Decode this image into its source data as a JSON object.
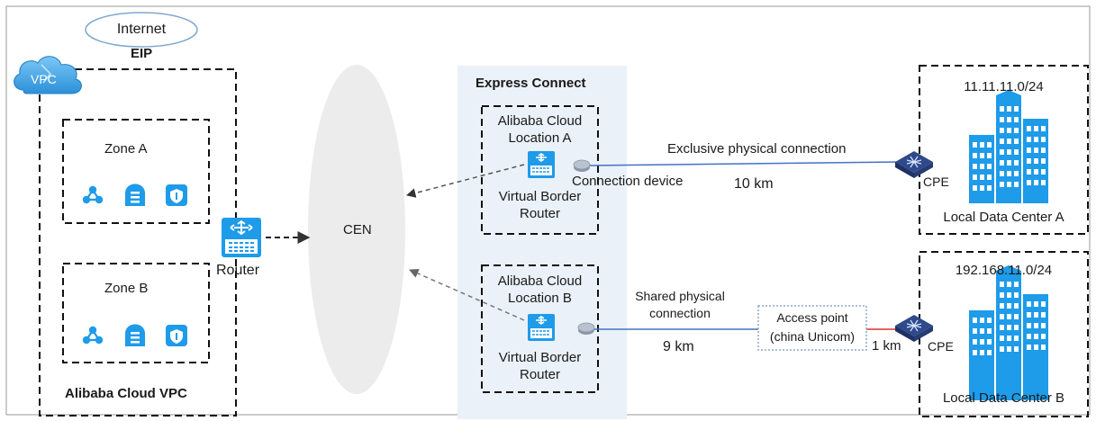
{
  "internet": {
    "label": "Internet"
  },
  "eip": {
    "label": "EIP"
  },
  "vpc_cloud": {
    "label": "VPC"
  },
  "vpc": {
    "title": "Alibaba Cloud VPC",
    "zones": [
      {
        "label": "Zone A"
      },
      {
        "label": "Zone B"
      }
    ],
    "zone_icons": [
      "network-nodes-icon",
      "database-icon",
      "security-shield-icon"
    ]
  },
  "router": {
    "label": "Router"
  },
  "cen": {
    "label": "CEN"
  },
  "express_connect": {
    "title": "Express Connect",
    "locations": [
      {
        "name_line1": "Alibaba Cloud",
        "name_line2": "Location A",
        "vbr_line1": "Virtual Border",
        "vbr_line2": "Router"
      },
      {
        "name_line1": "Alibaba Cloud",
        "name_line2": "Location B",
        "vbr_line1": "Virtual Border",
        "vbr_line2": "Router"
      }
    ],
    "connection_device": "Connection device"
  },
  "links": {
    "a_label": "Exclusive physical connection",
    "a_distance": "10 km",
    "b_label_line1": "Shared physical",
    "b_label_line2": "connection",
    "b_distance": "9 km",
    "access_point_line1": "Access point",
    "access_point_line2": "(china Unicom)",
    "b_last_mile": "1 km"
  },
  "datacenters": [
    {
      "cidr": "11.11.11.0/24",
      "name": "Local Data Center A",
      "cpe": "CPE"
    },
    {
      "cidr": "192.168.11.0/24",
      "name": "Local Data Center B",
      "cpe": "CPE"
    }
  ],
  "colors": {
    "icon_blue": "#1e9be9",
    "line_blue": "#4472c4",
    "access_red": "#e03030",
    "express_bg": "#eaf1f8",
    "cen_fill": "#ececec"
  }
}
